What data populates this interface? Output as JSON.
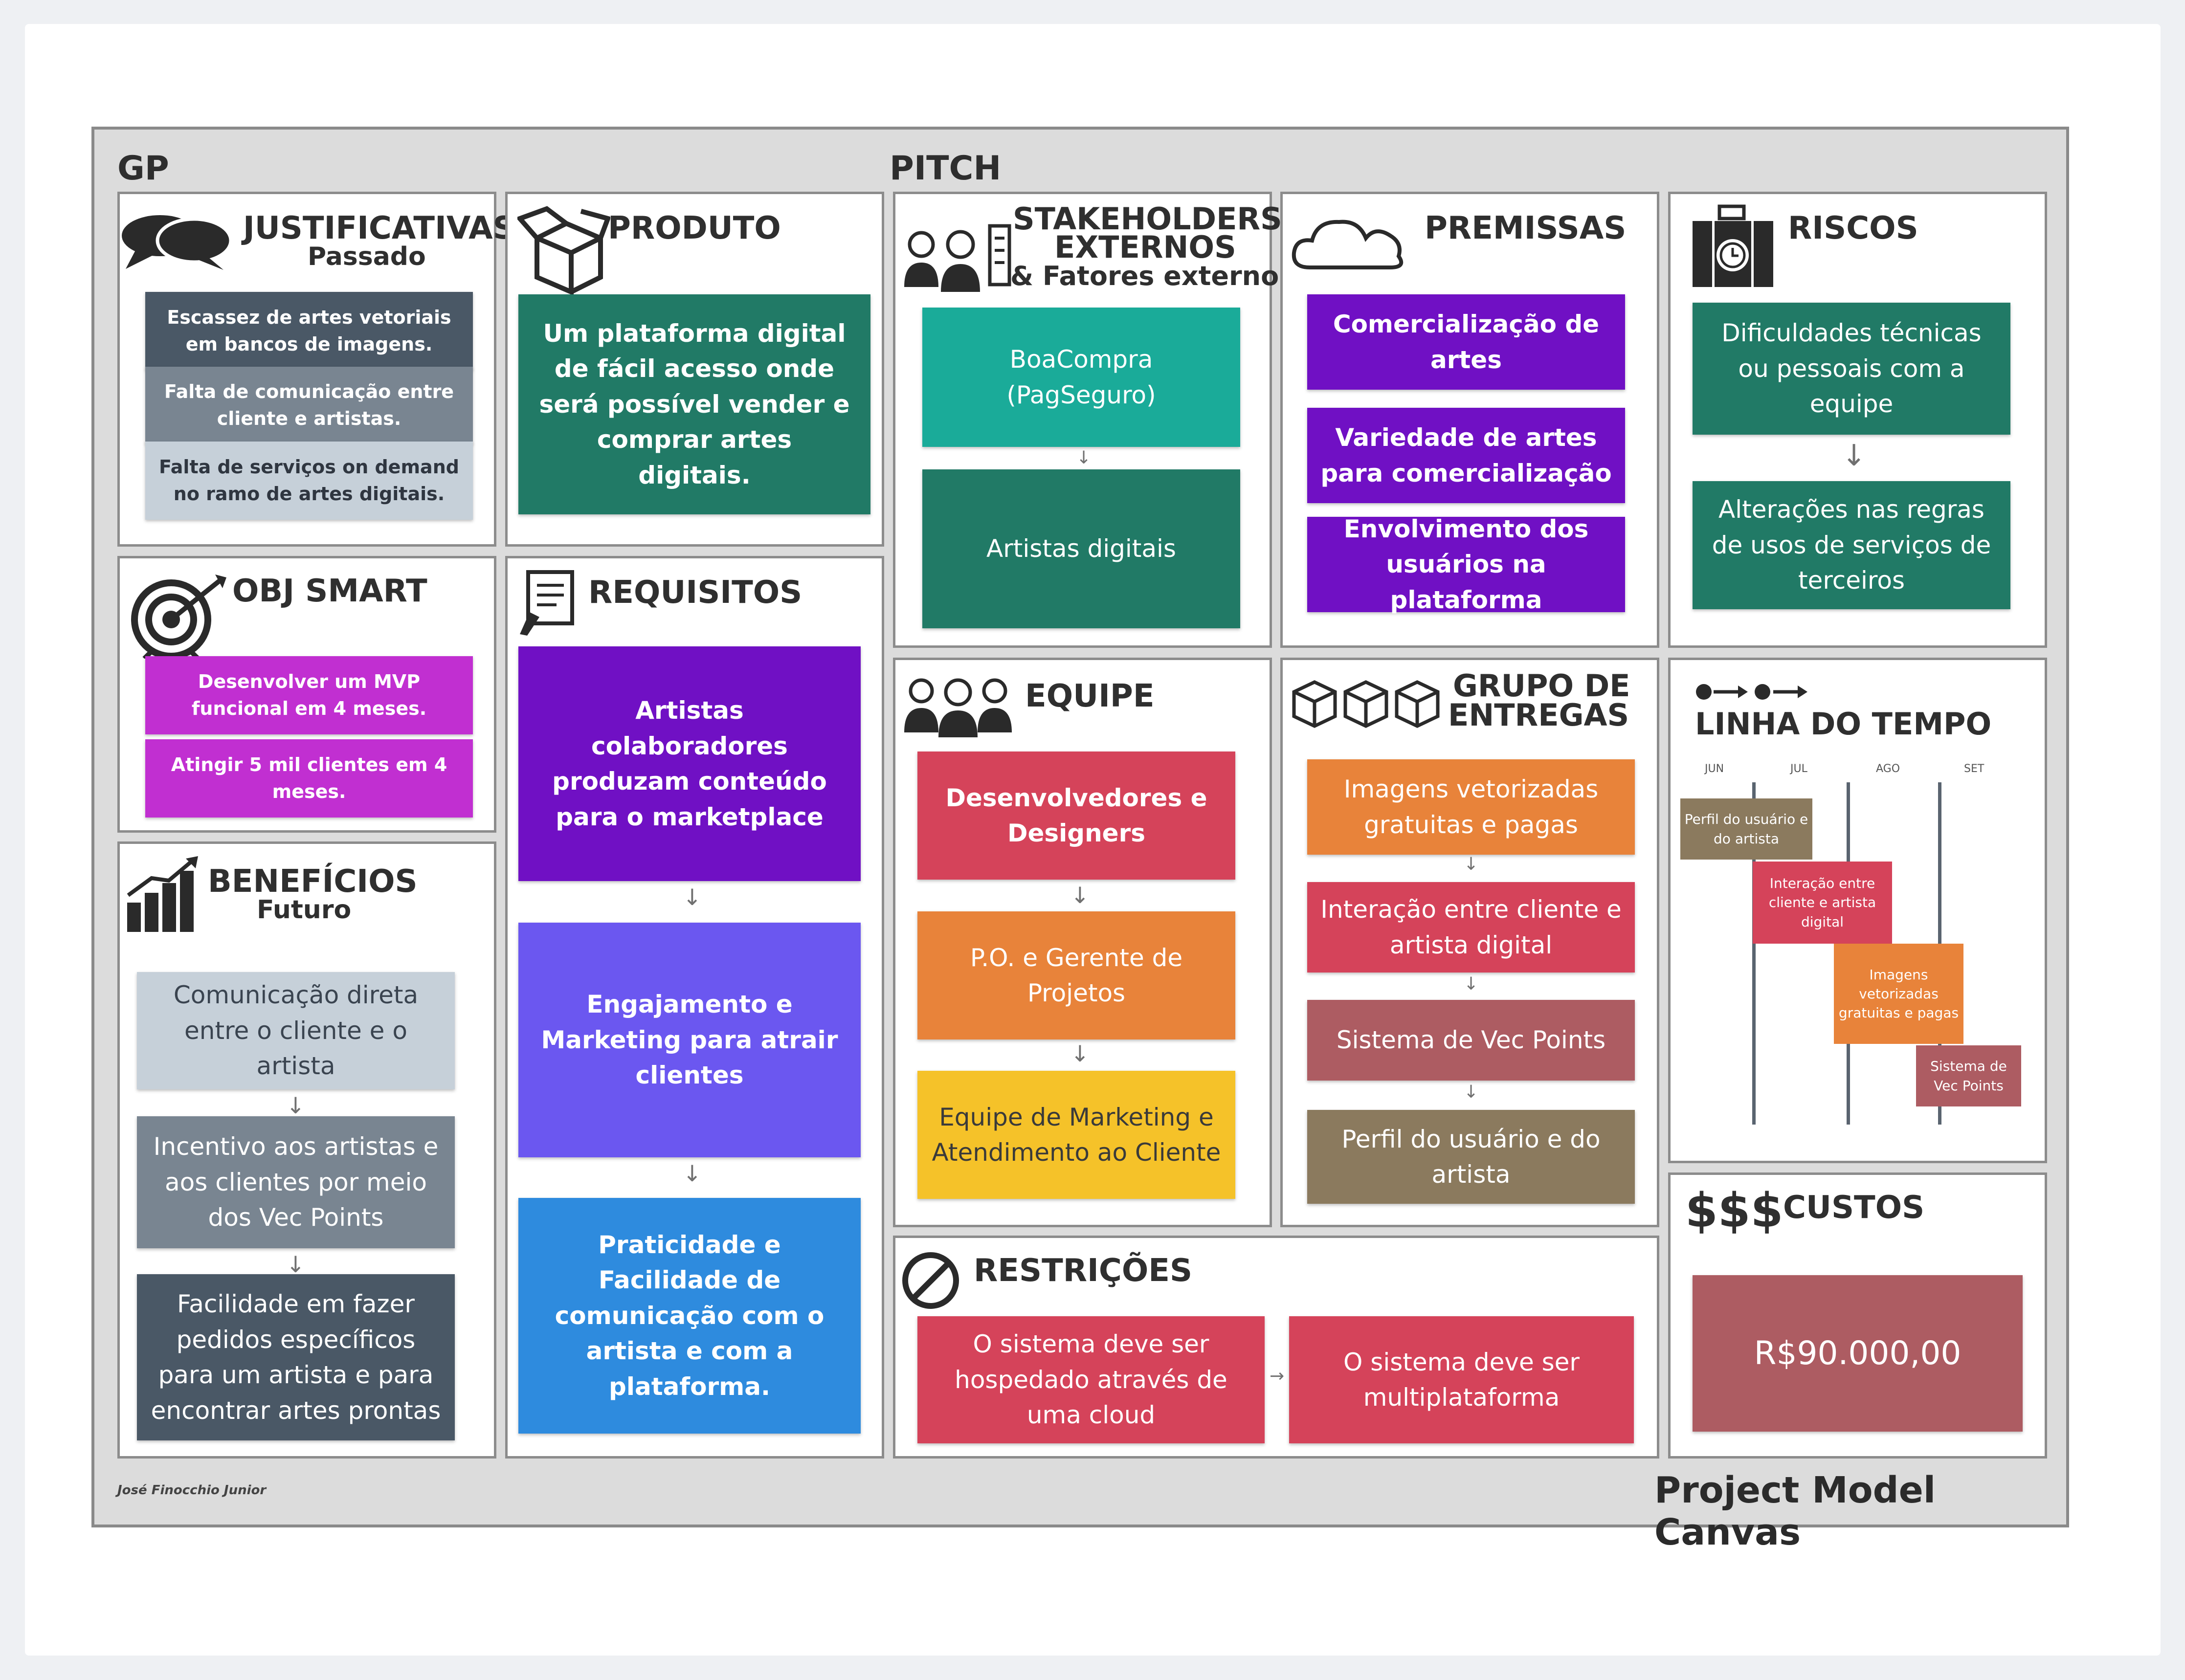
{
  "sections": {
    "gp": "GP",
    "pitch": "PITCH"
  },
  "justificativas": {
    "title": "JUSTIFICATIVAS",
    "subtitle": "Passado",
    "items": [
      "Escassez de artes vetoriais em bancos de imagens.",
      "Falta de comunicação entre cliente e artistas.",
      "Falta de serviços on demand no ramo de artes digitais."
    ]
  },
  "obj_smart": {
    "title": "OBJ SMART",
    "items": [
      "Desenvolver um MVP funcional em 4 meses.",
      "Atingir 5 mil clientes em 4 meses."
    ]
  },
  "beneficios": {
    "title": "BENEFÍCIOS",
    "subtitle": "Futuro",
    "items": [
      "Comunicação direta entre o cliente e o artista",
      "Incentivo aos artistas e aos clientes por meio dos Vec Points",
      "Facilidade em fazer pedidos específicos para um artista e para encontrar artes prontas"
    ]
  },
  "produto": {
    "title": "PRODUTO",
    "item": "Um plataforma digital de fácil acesso onde será possível vender e comprar artes digitais."
  },
  "requisitos": {
    "title": "REQUISITOS",
    "items": [
      "Artistas colaboradores produzam conteúdo para o marketplace",
      "Engajamento e Marketing para atrair clientes",
      "Praticidade e Facilidade de comunicação com o artista e com a plataforma."
    ]
  },
  "stakeholders": {
    "title_line1": "STAKEHOLDERS",
    "title_line2": "EXTERNOS",
    "subtitle": "& Fatores externos",
    "items": [
      "BoaCompra (PagSeguro)",
      "Artistas digitais"
    ]
  },
  "equipe": {
    "title": "EQUIPE",
    "items": [
      "Desenvolvedores e Designers",
      "P.O. e Gerente de Projetos",
      "Equipe de Marketing e Atendimento ao Cliente"
    ]
  },
  "premissas": {
    "title": "PREMISSAS",
    "items": [
      "Comercialização de artes",
      "Variedade de artes para comercialização",
      "Envolvimento dos usuários na plataforma"
    ]
  },
  "grupo_entregas": {
    "title_line1": "GRUPO DE",
    "title_line2": "ENTREGAS",
    "items": [
      "Imagens vetorizadas gratuitas e pagas",
      "Interação entre cliente e artista digital",
      "Sistema de Vec Points",
      "Perfil do usuário e do artista"
    ]
  },
  "riscos": {
    "title": "RISCOS",
    "items": [
      "Dificuldades técnicas ou pessoais com a equipe",
      "Alterações nas regras de usos de serviços de terceiros"
    ]
  },
  "linha_tempo": {
    "title": "LINHA DO TEMPO",
    "months": [
      "JUN",
      "JUL",
      "AGO",
      "SET"
    ],
    "items": [
      "Perfil do usuário e do artista",
      "Interação entre cliente e artista digital",
      "Imagens vetorizadas gratuitas e pagas",
      "Sistema de Vec Points"
    ]
  },
  "restricoes": {
    "title": "RESTRIÇÕES",
    "items": [
      "O sistema deve ser hospedado através de uma cloud",
      "O sistema deve ser multiplataforma"
    ]
  },
  "custos": {
    "title": "CUSTOS",
    "symbol": "$$$",
    "value": "R$90.000,00"
  },
  "footer": {
    "author": "José Finocchio Junior",
    "brand": "Project Model Canvas"
  },
  "colors": {
    "teal_dark": "#217a66",
    "teal": "#1aab99",
    "purple": "#7010c4",
    "violet": "#6b57f0",
    "blue": "#2e8bde",
    "magenta": "#c12fd1",
    "red": "#d5435a",
    "orange": "#e8833a",
    "yellow": "#f5c229",
    "rose": "#ad5c62",
    "brown": "#8b7a5e",
    "slate_dark": "#4a5866",
    "slate": "#798591",
    "slate_light": "#c6d0d9"
  }
}
